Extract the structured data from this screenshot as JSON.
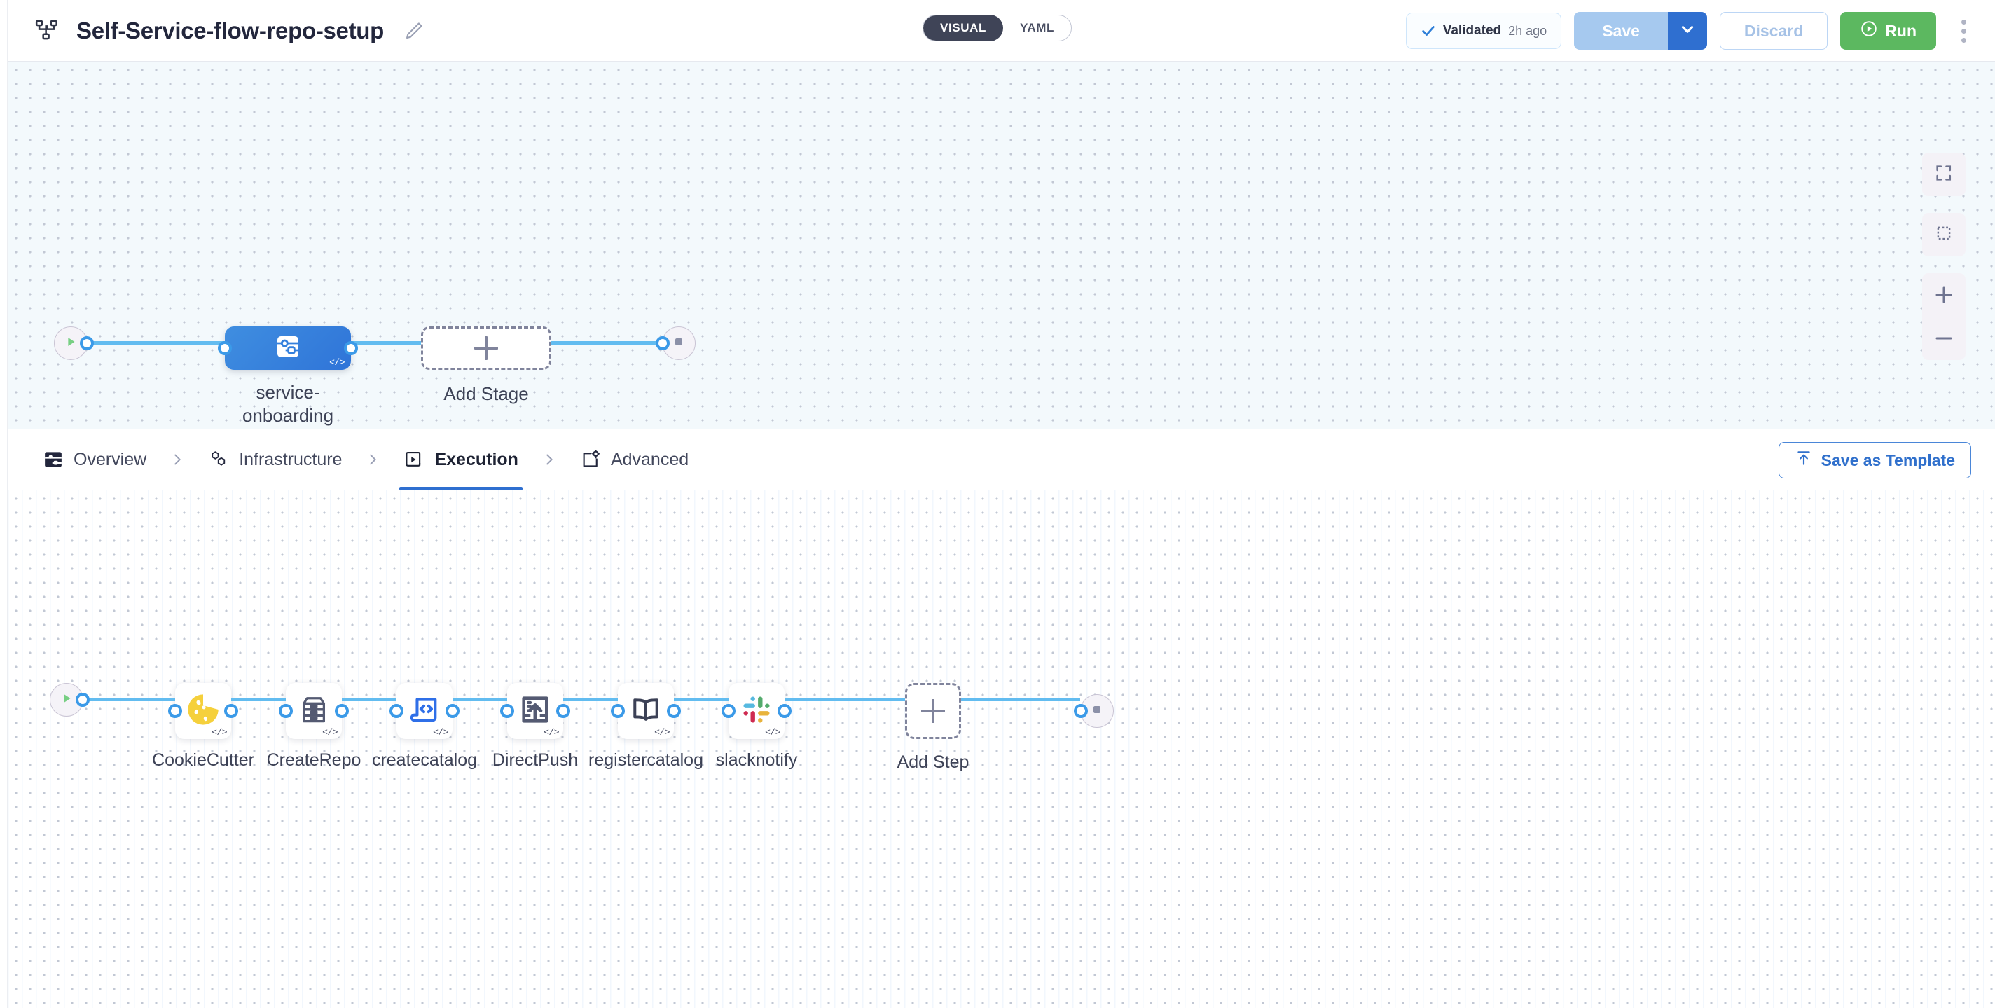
{
  "header": {
    "pipeline_icon": "pipeline-nodes-icon",
    "title": "Self-Service-flow-repo-setup",
    "edit_icon": "pencil-icon",
    "view_toggle": {
      "options": [
        "VISUAL",
        "YAML"
      ],
      "selected": "VISUAL"
    },
    "validation": {
      "icon": "check-icon",
      "label": "Validated",
      "time": "2h ago"
    },
    "save_label": "Save",
    "save_caret_icon": "chevron-down-icon",
    "discard_label": "Discard",
    "run_label": "Run",
    "run_icon": "play-circle-icon",
    "more_icon": "kebab-menu-icon"
  },
  "stage_canvas": {
    "start_icon": "play-icon",
    "end_icon": "stop-icon",
    "stage": {
      "label": "service-\nonboarding",
      "label_line1": "service-",
      "label_line2": "onboarding",
      "icon": "stage-flow-icon",
      "code_badge": "</>"
    },
    "add_stage": {
      "label": "Add Stage",
      "icon": "plus-icon"
    }
  },
  "tabbar": {
    "tabs": [
      {
        "label": "Overview",
        "icon": "overview-icon",
        "active": false
      },
      {
        "label": "Infrastructure",
        "icon": "hexagons-icon",
        "active": false
      },
      {
        "label": "Execution",
        "icon": "execution-play-icon",
        "active": true
      },
      {
        "label": "Advanced",
        "icon": "advanced-gear-icon",
        "active": false
      }
    ],
    "separator_icon": "chevron-right-icon",
    "save_as_template": {
      "label": "Save as Template",
      "icon": "upload-template-icon"
    }
  },
  "step_canvas": {
    "start_icon": "play-icon",
    "end_icon": "stop-icon",
    "code_badge": "</>",
    "steps": [
      {
        "label": "CookieCutter",
        "icon": "cookie-icon"
      },
      {
        "label": "CreateRepo",
        "icon": "archive-cabinet-icon"
      },
      {
        "label": "createcatalog",
        "icon": "code-document-icon"
      },
      {
        "label": "DirectPush",
        "icon": "push-upload-icon"
      },
      {
        "label": "registercatalog",
        "icon": "open-book-icon"
      },
      {
        "label": "slacknotify",
        "icon": "slack-icon"
      }
    ],
    "add_step": {
      "label": "Add Step",
      "icon": "plus-icon"
    }
  },
  "canvas_controls": [
    {
      "name": "fit-to-screen",
      "icon": "fit-screen-icon"
    },
    {
      "name": "selection-box",
      "icon": "dashed-select-icon"
    },
    {
      "name": "zoom-in",
      "icon": "plus-icon"
    },
    {
      "name": "zoom-out",
      "icon": "minus-icon"
    }
  ],
  "colors": {
    "accent_blue": "#2f6fd0",
    "edge_blue": "#62bcf0",
    "port_blue": "#3b9ae8",
    "run_green": "#5cb860",
    "stage_blue": "#3480dd",
    "canvas_bg": "#f3f9fc",
    "dark_text": "#22263c",
    "slack_blue": "#56b9e0",
    "slack_green": "#54ab6d",
    "slack_yellow": "#e8b33c",
    "slack_red": "#cf2b51",
    "cookie_yellow": "#f5d03c"
  }
}
